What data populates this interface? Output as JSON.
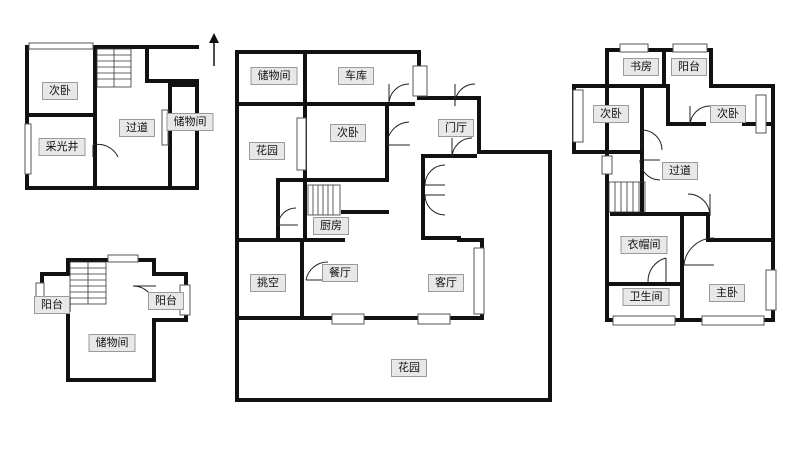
{
  "plan_a": {
    "rooms": [
      "次卧",
      "采光井",
      "过道",
      "储物间"
    ]
  },
  "plan_b": {
    "rooms": [
      "阳台",
      "阳台",
      "储物间"
    ]
  },
  "plan_c": {
    "rooms": [
      "储物间",
      "车库",
      "花园",
      "次卧",
      "门厅",
      "厨房",
      "挑空",
      "餐厅",
      "客厅",
      "花园"
    ]
  },
  "plan_d": {
    "rooms": [
      "书房",
      "阳台",
      "次卧",
      "次卧",
      "过道",
      "衣帽间",
      "卫生间",
      "主卧"
    ]
  },
  "north_arrow": "up-arrow-icon",
  "colors": {
    "wall": "#111111",
    "label_bg": "#e8e8e8"
  }
}
